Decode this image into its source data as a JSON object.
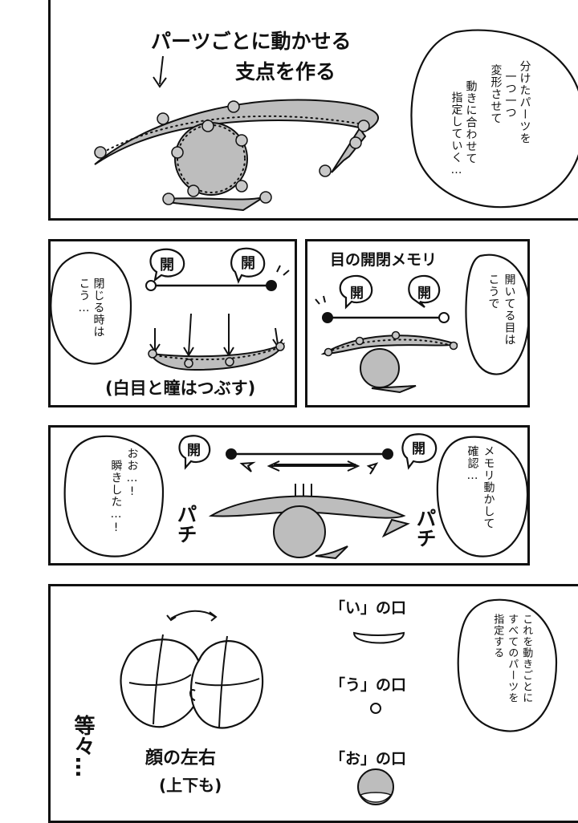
{
  "panel1": {
    "caption_line1": "パーツごとに動かせる",
    "caption_line2": "支点を作る",
    "bubble_col1": "分けたパーツを",
    "bubble_col2": "一つ一つ",
    "bubble_col3": "変形させて",
    "bubble_col4": "動きに合わせて",
    "bubble_col5": "指定していく…"
  },
  "panel2": {
    "label_left": "開",
    "label_right": "開",
    "bubble_col1": "閉じる時は",
    "bubble_col2": "こう…",
    "caption": "(白目と瞳はつぶす)"
  },
  "panel3": {
    "title": "目の開閉メモリ",
    "label_left": "開",
    "label_right": "開",
    "bubble_col1": "開いてる目は",
    "bubble_col2": "こうで"
  },
  "panel4": {
    "label_left": "開",
    "label_right": "開",
    "bubble_left_col1": "おお…!",
    "bubble_left_col2": "瞬きした…!",
    "sfx_left": "パチ",
    "sfx_right": "パチ",
    "bubble_right_col1": "メモリ動かして",
    "bubble_right_col2": "確認…"
  },
  "panel5": {
    "mouth_i": "「い」の口",
    "mouth_u": "「う」の口",
    "mouth_o": "「お」の口",
    "face_caption_line1": "顔の左右",
    "face_caption_line2": "(上下も)",
    "etc_text": "等々…",
    "bubble_col1": "これを動きごとに",
    "bubble_col2": "すべてのパーツを",
    "bubble_col3": "指定する"
  },
  "colors": {
    "ink": "#111111",
    "tone": "#bdbdbd",
    "paper": "#ffffff"
  }
}
